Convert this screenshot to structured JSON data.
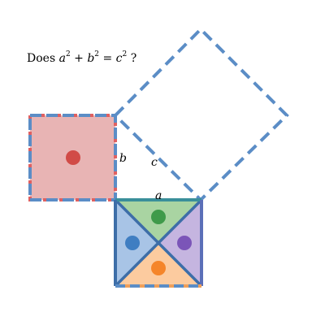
{
  "question": {
    "prefix": "Does",
    "var_a": "a",
    "exp_a": "2",
    "plus": "+",
    "var_b": "b",
    "exp_b": "2",
    "equals": "=",
    "var_c": "c",
    "exp_c": "2",
    "suffix": "?"
  },
  "labels": {
    "b": "b",
    "c": "c",
    "a": "a"
  },
  "colors": {
    "outline": "#5b8dc6",
    "square_b_fill": "#e8b4b4",
    "square_b_dot": "#d14b47",
    "triangle_top_fill": "#a9d4a2",
    "triangle_top_dot": "#3f9a4a",
    "triangle_left_fill": "#a8c4e6",
    "triangle_left_dot": "#3f7ec2",
    "triangle_right_fill": "#c5b5e0",
    "triangle_right_dot": "#7b55b8",
    "triangle_bottom_fill": "#fccb9f",
    "triangle_bottom_dot": "#f5852a",
    "dash_orange": "#f0a05a",
    "dash_red": "#e06060"
  }
}
